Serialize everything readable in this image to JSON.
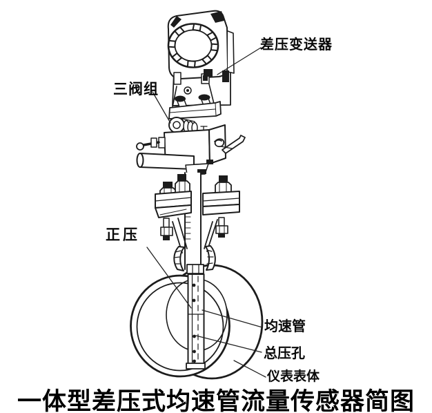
{
  "figure": {
    "title": "一体型差压式均速管流量传感器简图",
    "callouts": {
      "transmitter": "差压变送器",
      "three_valve_manifold": "三阀组",
      "positive_pressure": "正压",
      "averaging_tube": "均速管",
      "total_pressure_hole": "总压孔",
      "instrument_body": "仪表表体"
    },
    "colors": {
      "line": "#1c1c1c",
      "background": "#ffffff",
      "text": "#000000"
    }
  }
}
